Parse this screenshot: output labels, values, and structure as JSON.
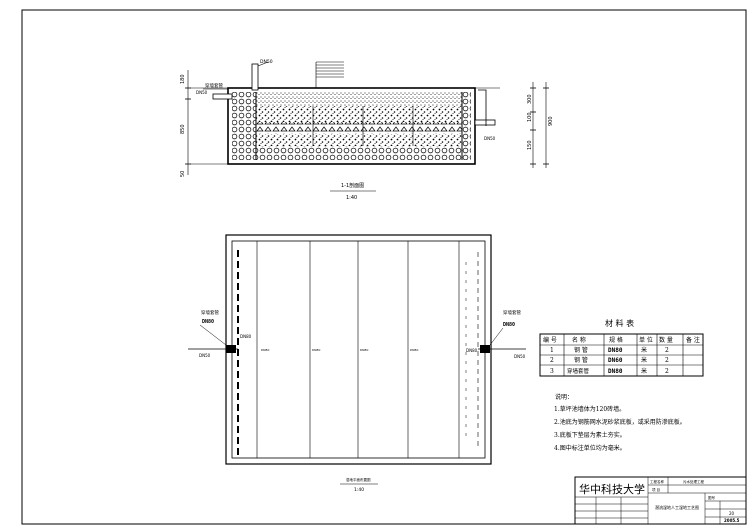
{
  "section_view": {
    "pipe_label_left": "穿墙套管",
    "pipe_label_top": "DN50",
    "dims_left": [
      "180",
      "850",
      "50"
    ],
    "dims_right": [
      "300",
      "100",
      "150",
      "900"
    ],
    "pipe_small_left": "DN50",
    "pipe_small_right": "DN50",
    "title": "1-1剖面图",
    "scale": "1:40"
  },
  "plan_view": {
    "left_pipe_label": "穿墙套管",
    "left_pipe_size": "DN80",
    "left_pipe_small": "DN50",
    "left_pipe_inner": "DN80",
    "right_pipe_label": "穿墙套管",
    "right_pipe_size": "DN80",
    "right_pipe_small": "DN50",
    "right_pipe_inner": "DN80",
    "title": "湿地平面布置图",
    "scale": "1:40"
  },
  "materials": {
    "title": "材 料 表",
    "headers": [
      "编 号",
      "名 称",
      "规 格",
      "单 位",
      "数 量",
      "备 注"
    ],
    "rows": [
      [
        "1",
        "钢 管",
        "DN80",
        "米",
        "2",
        ""
      ],
      [
        "2",
        "钢 管",
        "DN60",
        "米",
        "2",
        ""
      ],
      [
        "3",
        "穿墙套管",
        "DN80",
        "米",
        "2",
        ""
      ]
    ]
  },
  "notes": {
    "heading": "说明：",
    "items": [
      "1.草坪池墙体为120砖墙。",
      "2.池底为钢筋网水泥砂浆底板，或采用防渗底板。",
      "3.底板下垫层为素土夯实。",
      "4.图中标注单位均为毫米。"
    ]
  },
  "title_block": {
    "university": "华中科技大学",
    "project": "工程名称",
    "project_value": "污水处理工程",
    "item": "项 目",
    "drawing_name": "潜流湿地人工湿地工艺图",
    "drawing_no_label": "图号",
    "drawing_no": "20",
    "date": "2005.5"
  }
}
